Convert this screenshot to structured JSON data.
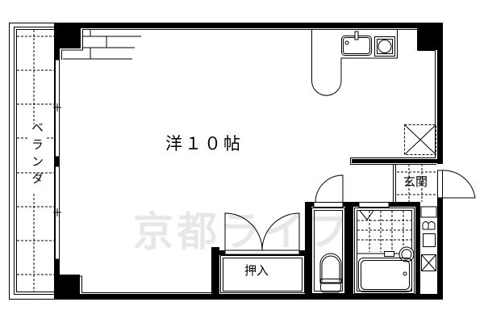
{
  "floorplan": {
    "rooms": {
      "main_room": "洋１０帖",
      "closet": "押入",
      "entrance": "玄関",
      "balcony": "ベランダ"
    },
    "watermark": "京都ライフ",
    "colors": {
      "wall": "#000000",
      "background": "#ffffff",
      "watermark": "#e6e6e6"
    }
  }
}
